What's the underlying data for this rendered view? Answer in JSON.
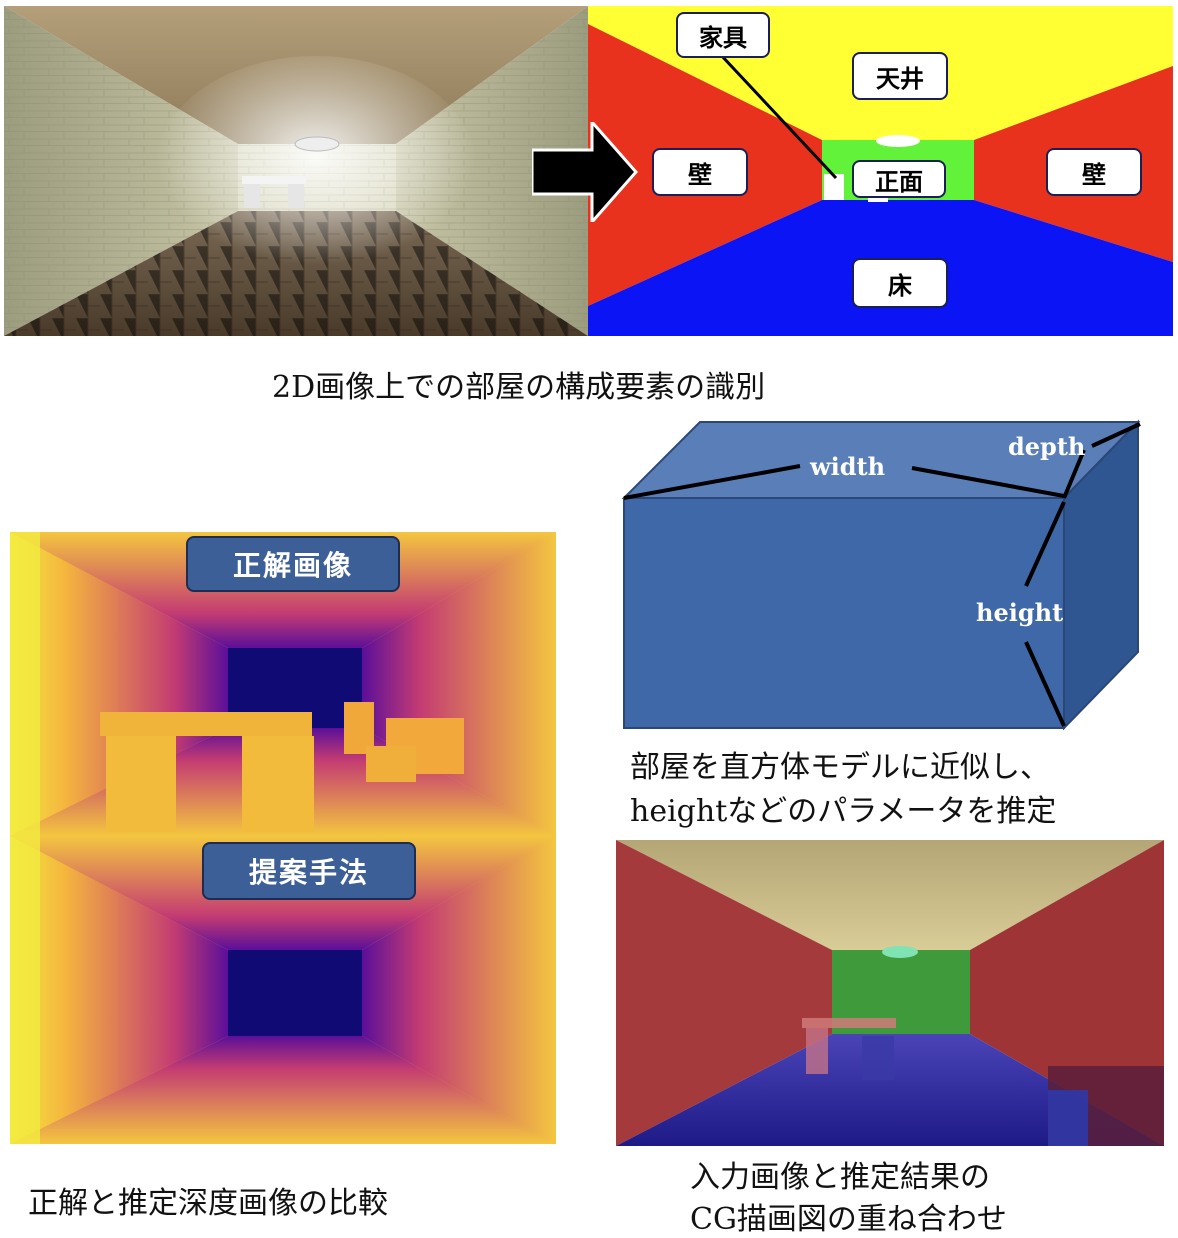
{
  "top": {
    "arrow_icon": "right-arrow-icon",
    "segment_labels": {
      "furniture": "家具",
      "ceiling": "天井",
      "wall_left": "壁",
      "front": "正面",
      "wall_right": "壁",
      "floor": "床"
    },
    "segment_colors": {
      "ceiling": "#ffff33",
      "wall": "#e8321e",
      "front": "#63f23a",
      "floor": "#0a14f5"
    },
    "caption": "2D画像上での部屋の構成要素の識別"
  },
  "depth": {
    "gt_label": "正解画像",
    "pred_label": "提案手法",
    "caption": "正解と推定深度画像の比較"
  },
  "box_model": {
    "width_label": "width",
    "depth_label": "depth",
    "height_label": "height",
    "caption_line1": "部屋を直方体モデルに近似し、",
    "caption_line2": "heightなどのパラメータを推定"
  },
  "overlay": {
    "caption_line1": "入力画像と推定結果の",
    "caption_line2": "CG描画図の重ね合わせ"
  }
}
